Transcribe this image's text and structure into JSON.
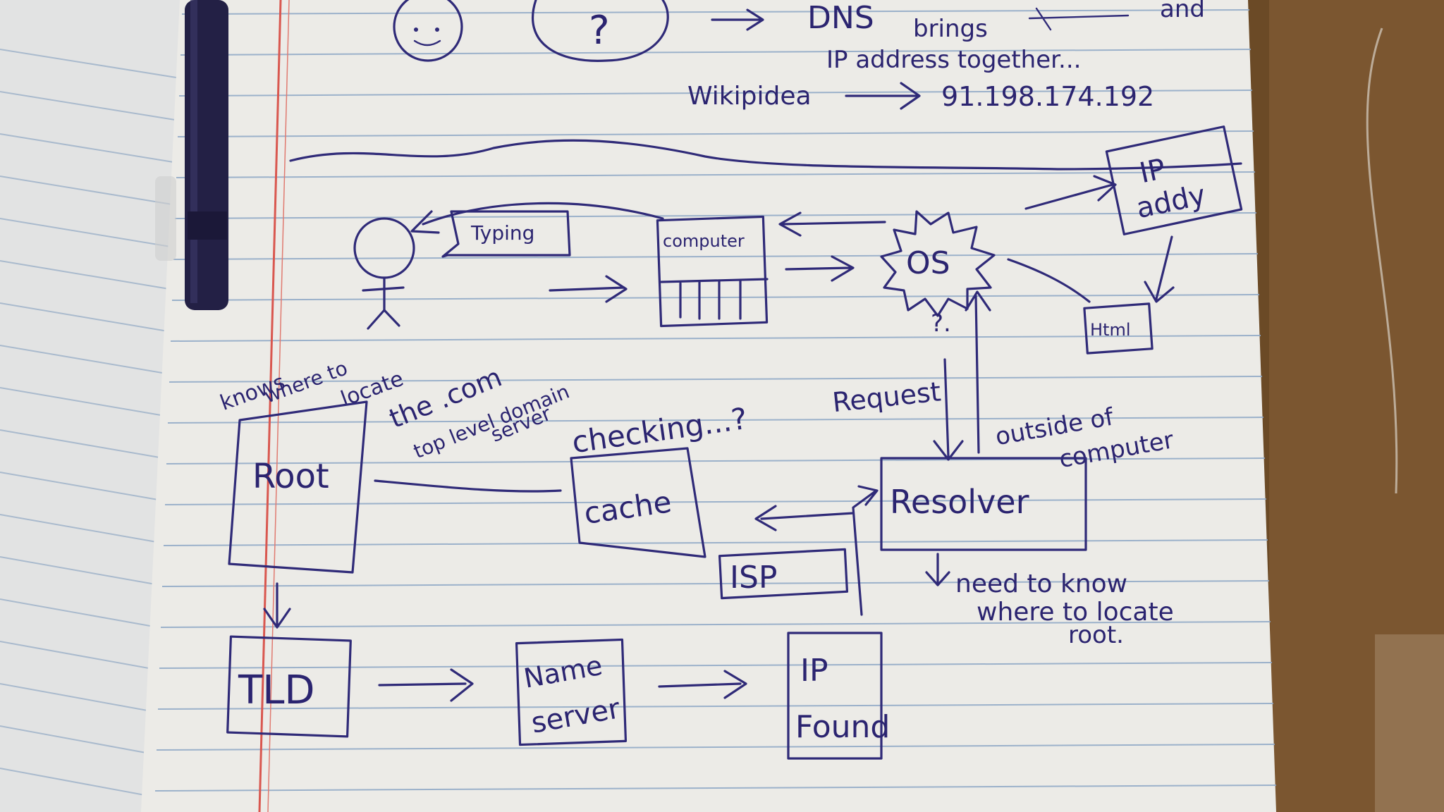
{
  "colors": {
    "desk": "#6b4a26",
    "paper": "#eceae6",
    "rule_line": "#8aa3c2",
    "margin_line": "#d9574f",
    "ink": "#2f2a78",
    "pen_body": "#232045"
  },
  "notes": {
    "dns_line": "DNS",
    "brings_line": "brings",
    "and_line": "and",
    "ip_together_line": "IP address together...",
    "wiki_left": "Wikipidea",
    "wiki_ip": "91.198.174.192",
    "question_mark": "?"
  },
  "diagram": {
    "typing_label": "Typing",
    "computer_label": "computer",
    "os_label": "OS",
    "ip_addy_line1": "IP",
    "ip_addy_line2": "addy",
    "html_label": "Html",
    "request_label": "Request",
    "outside_line1": "outside of",
    "outside_line2": "computer",
    "knows_line1": "knows",
    "knows_line2": "where to",
    "locate_line": "locate",
    "the_com_line1": "the .com",
    "top_level_line": "top level domain",
    "server_line": "server",
    "checking_label": "checking...?",
    "cache_label": "cache",
    "root_label": "Root",
    "resolver_label": "Resolver",
    "isp_label": "ISP",
    "need_line1": "need to know",
    "need_line2": "where to locate",
    "need_line3": "root.",
    "tld_label": "TLD",
    "name_server_line1": "Name",
    "name_server_line2": "server",
    "ip_found_line1": "IP",
    "ip_found_line2": "Found",
    "os_question": "?."
  }
}
